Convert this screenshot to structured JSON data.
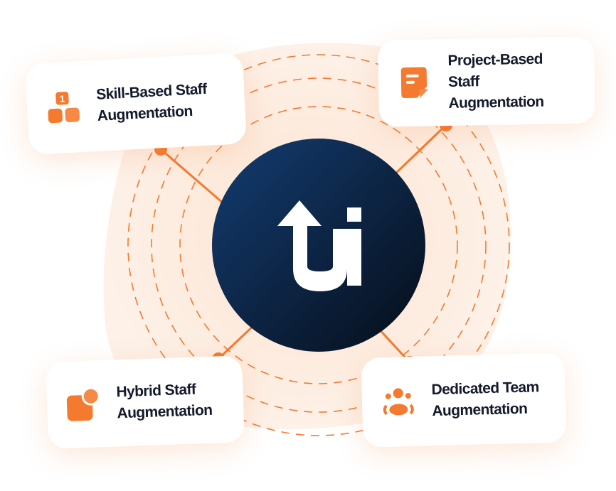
{
  "colors": {
    "accent": "#f47a30",
    "hub_dark": "#0b1a30",
    "hub_blue": "#123a6b",
    "glow": "#fdeadb"
  },
  "hub": {
    "logo": "U with up arrow"
  },
  "cards": [
    {
      "line1": "Skill-Based Staff",
      "line2": "Augmentation",
      "icon": "blocks-icon"
    },
    {
      "line1": "Project-Based",
      "line2": "Staff Augmentation",
      "icon": "document-icon"
    },
    {
      "line1": "Hybrid Staff",
      "line2": "Augmentation",
      "icon": "hybrid-shapes-icon"
    },
    {
      "line1": "Dedicated Team",
      "line2": "Augmentation",
      "icon": "team-icon"
    }
  ]
}
